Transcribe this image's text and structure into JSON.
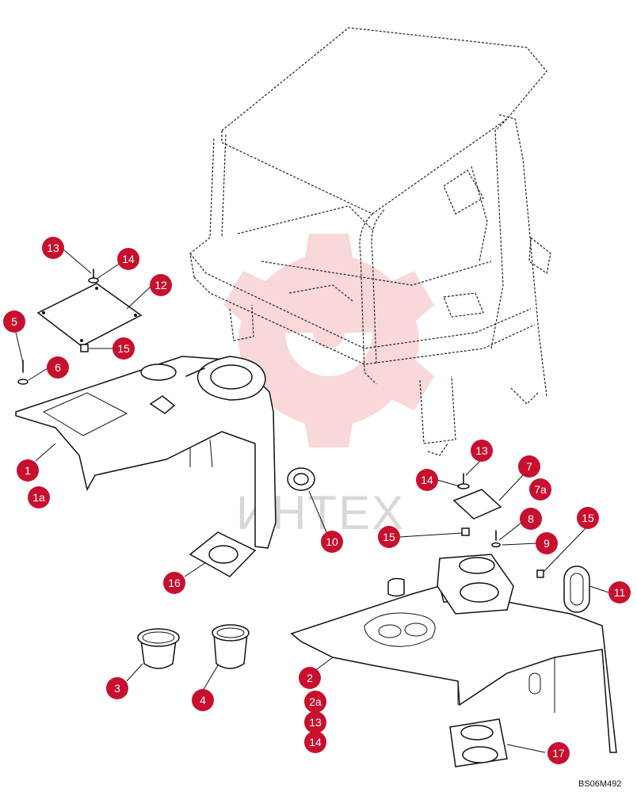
{
  "diagram": {
    "drawing_code": "BS06M492",
    "watermark_text": "ИНТЕХ",
    "callout_color": "#c8102e",
    "callouts": [
      {
        "id": "c13a",
        "label": "13"
      },
      {
        "id": "c14a",
        "label": "14"
      },
      {
        "id": "c12",
        "label": "12"
      },
      {
        "id": "c5",
        "label": "5"
      },
      {
        "id": "c6",
        "label": "6"
      },
      {
        "id": "c15a",
        "label": "15"
      },
      {
        "id": "c1",
        "label": "1"
      },
      {
        "id": "c1a",
        "label": "1a"
      },
      {
        "id": "c16",
        "label": "16"
      },
      {
        "id": "c10",
        "label": "10"
      },
      {
        "id": "c3",
        "label": "3"
      },
      {
        "id": "c4",
        "label": "4"
      },
      {
        "id": "c13b",
        "label": "13"
      },
      {
        "id": "c7",
        "label": "7"
      },
      {
        "id": "c7a",
        "label": "7a"
      },
      {
        "id": "c14b",
        "label": "14"
      },
      {
        "id": "c8",
        "label": "8"
      },
      {
        "id": "c15b",
        "label": "15"
      },
      {
        "id": "c9",
        "label": "9"
      },
      {
        "id": "c15c",
        "label": "15"
      },
      {
        "id": "c11",
        "label": "11"
      },
      {
        "id": "c2",
        "label": "2"
      },
      {
        "id": "c2a",
        "label": "2a"
      },
      {
        "id": "c13c",
        "label": "13"
      },
      {
        "id": "c14c",
        "label": "14"
      },
      {
        "id": "c17",
        "label": "17"
      }
    ]
  }
}
